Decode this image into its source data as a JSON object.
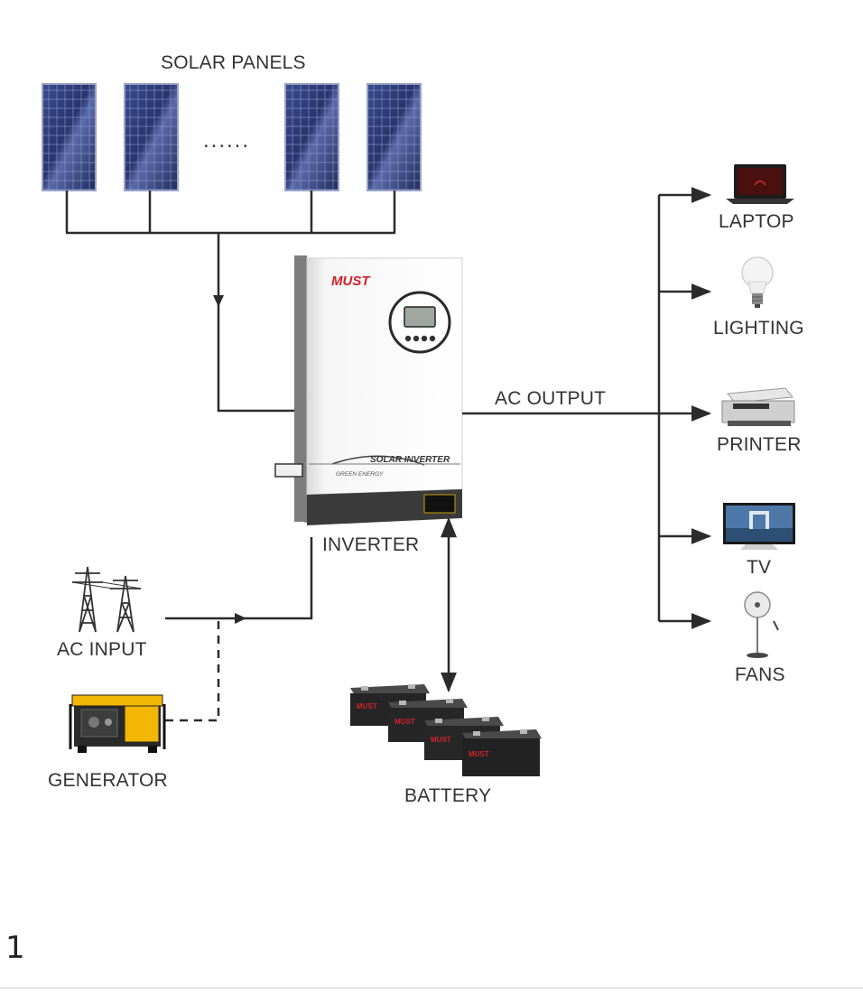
{
  "labels": {
    "solar_panels": "SOLAR PANELS",
    "ellipsis": "......",
    "inverter": "INVERTER",
    "ac_output": "AC OUTPUT",
    "ac_input": "AC INPUT",
    "generator": "GENERATOR",
    "battery": "BATTERY",
    "laptop": "LAPTOP",
    "lighting": "LIGHTING",
    "printer": "PRINTER",
    "tv": "TV",
    "fans": "FANS"
  },
  "inverter_device": {
    "brand": "MUST",
    "panel_text": "SOLAR INVERTER",
    "sub_text": "GREEN ENERGY"
  },
  "battery_brand": "MUST",
  "page_number": "1",
  "colors": {
    "line": "#2b2b2b",
    "panel_blue": "#2b3a78",
    "brand_red": "#d2232a",
    "generator_yellow": "#f2b705"
  }
}
